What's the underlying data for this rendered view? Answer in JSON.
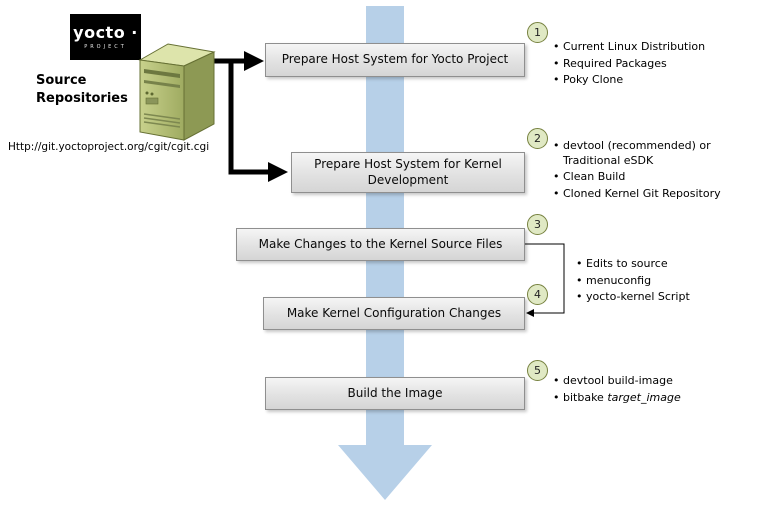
{
  "colors": {
    "arrow_blue": "#b7d0e8",
    "box_fill": "#e2e2e2",
    "box_border": "#8f8f8f",
    "circle_fill": "#e0e9c4",
    "circle_border": "#76813f",
    "server_olive": "#a9b465",
    "logo_bg": "#000000"
  },
  "logo": {
    "brand": "yocto ·",
    "subtext": "PROJECT"
  },
  "source": {
    "label": "Source Repositories",
    "url": "Http://git.yoctoproject.org/cgit/cgit.cgi"
  },
  "steps": [
    {
      "num": "1",
      "title": "Prepare Host System for Yocto Project",
      "bullets": [
        "Current Linux Distribution",
        "Required Packages",
        "Poky Clone"
      ]
    },
    {
      "num": "2",
      "title": "Prepare Host System for Kernel Development",
      "bullets": [
        "devtool (recommended) or Traditional eSDK",
        "Clean Build",
        "Cloned Kernel Git Repository"
      ]
    },
    {
      "num": "3",
      "title": "Make Changes to the Kernel Source Files",
      "bullets": []
    },
    {
      "num": "4",
      "title": "Make Kernel Configuration Changes",
      "bullets": []
    },
    {
      "num": "5",
      "title": "Build the Image",
      "bullets": [
        "devtool build-image"
      ],
      "bitbake_prefix": "bitbake ",
      "bitbake_arg": "target_image"
    }
  ],
  "shared_bullets": [
    "Edits to source",
    "menuconfig",
    "yocto-kernel Script"
  ]
}
